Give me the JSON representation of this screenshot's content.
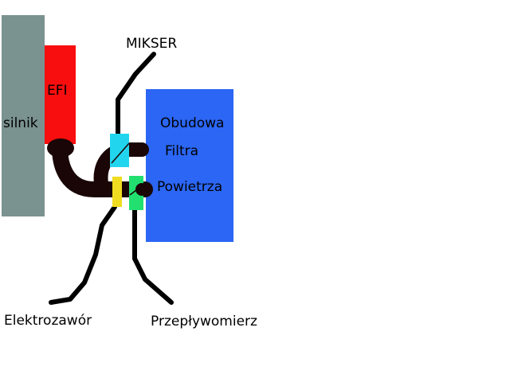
{
  "colors": {
    "engine": "#7a9290",
    "efi": "#f80e0e",
    "filter_housing": "#2b66f5",
    "pipe": "#1a0606",
    "mixer_coupling": "#22d5ee",
    "valve_coupling": "#f0dc20",
    "flowmeter_coupling": "#22e070",
    "wire": "#000000"
  },
  "labels": {
    "engine": "silnik",
    "efi": "EFI",
    "mixer": "MIKSER",
    "housing_line1": "Obudowa",
    "housing_line2": "Filtra",
    "housing_line3": "Powietrza",
    "valve": "Elektrozawór",
    "flowmeter": "Przepływomierz"
  }
}
